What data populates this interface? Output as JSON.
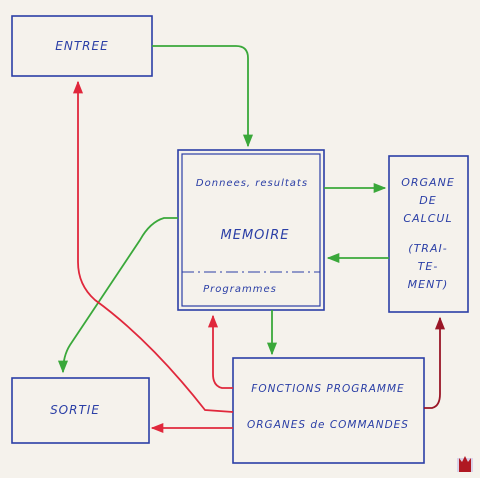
{
  "colors": {
    "paper": "#f5f2ec",
    "ink_blue": "#2b3fa6",
    "arrow_green": "#3aa83a",
    "arrow_red": "#e0283c",
    "arrow_darkred": "#9a1626"
  },
  "boxes": {
    "entree": {
      "label": "ENTREE"
    },
    "memoire": {
      "top_label": "Donnees, resultats",
      "title": "MEMOIRE",
      "bottom_label": "Programmes"
    },
    "organe": {
      "line1": "ORGANE",
      "line2": "DE",
      "line3": "CALCUL",
      "line4": "(TRAI-",
      "line5": "TE-",
      "line6": "MENT)"
    },
    "sortie": {
      "label": "SORTIE"
    },
    "fonctions": {
      "line1": "FONCTIONS  PROGRAMME",
      "line2": "ORGANES  de  COMMANDES"
    }
  }
}
